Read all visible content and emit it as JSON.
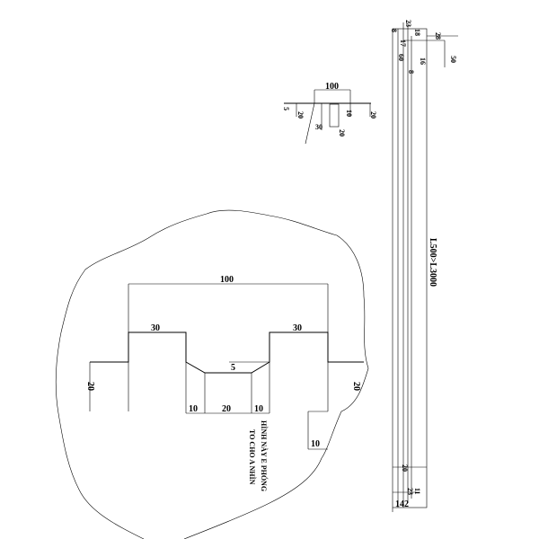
{
  "profile_large": {
    "dims": {
      "overall": "100",
      "left_flange": "30",
      "right_flange": "30",
      "step": "5",
      "left_height": "20",
      "right_height": "20",
      "bottom_left": "10",
      "bottom_mid": "20",
      "bottom_right": "10",
      "lip": "10"
    }
  },
  "profile_small": {
    "dims": {
      "overall": "100",
      "step": "5",
      "left": "20",
      "mid": "30",
      "slot": "20",
      "right_inner": "10",
      "right": "20"
    }
  },
  "bar": {
    "length": "L500>L3000",
    "top_dims": [
      "8",
      "23",
      "18",
      "28",
      "17",
      "60",
      "16",
      "50",
      "8"
    ],
    "bottom_dims": [
      "20",
      "11",
      "23",
      "142"
    ]
  },
  "note": {
    "line1": "HÌNH NÀY E PHÓNG",
    "line2": "TO CHO A NHÌN"
  }
}
